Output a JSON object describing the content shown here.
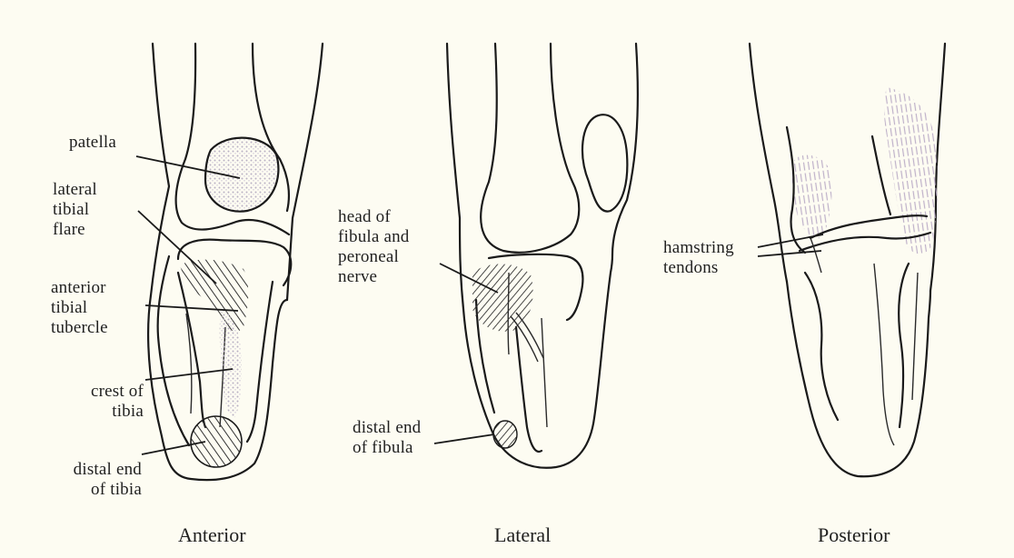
{
  "views": [
    {
      "title": "Anterior",
      "labels": {
        "patella": "patella",
        "lateral_tibial_flare": [
          "lateral",
          "tibial",
          "flare"
        ],
        "anterior_tibial_tubercle": [
          "anterior",
          "tibial",
          "tubercle"
        ],
        "crest_of_tibia": [
          "crest of",
          "tibia"
        ],
        "distal_end_of_tibia": [
          "distal end",
          "of tibia"
        ]
      }
    },
    {
      "title": "Lateral",
      "labels": {
        "head_of_fibula": [
          "head of",
          "fibula and",
          "peroneal",
          "nerve"
        ],
        "distal_end_of_fibula": [
          "distal end",
          "of fibula"
        ]
      }
    },
    {
      "title": "Posterior",
      "labels": {
        "hamstring_tendons": [
          "hamstring",
          "tendons"
        ]
      }
    }
  ],
  "colors": {
    "background": "#fdfcf2",
    "ink": "#1a1a1a",
    "stipple": "#c9c2cf",
    "hatch": "#333333"
  }
}
